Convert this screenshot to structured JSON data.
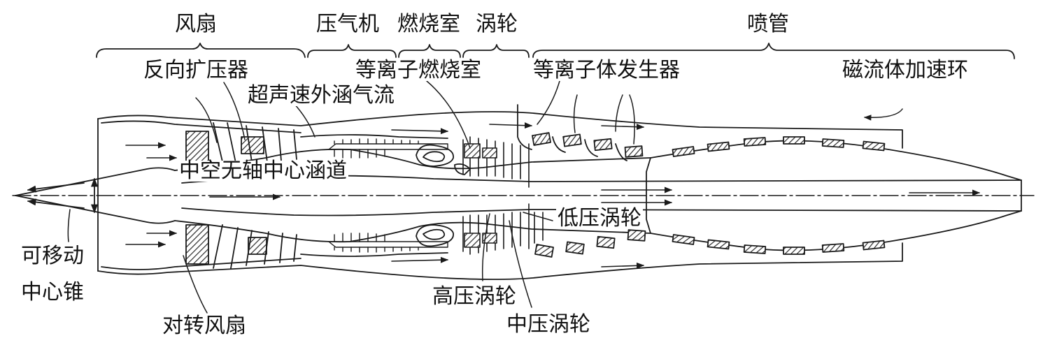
{
  "colors": {
    "ink": "#1a1a1a",
    "hatch": "#2a2a2a",
    "paper": "#ffffff"
  },
  "sections": {
    "fan": "风扇",
    "compressor": "压气机",
    "combustor": "燃烧室",
    "turbine": "涡轮",
    "nozzle": "喷管"
  },
  "labels": {
    "reverse_diffuser": "反向扩压器",
    "plasma_combustor": "等离子燃烧室",
    "plasma_generator": "等离子体发生器",
    "mhd_ring": "磁流体加速环",
    "supersonic_bypass": "超声速外涵气流",
    "hollow_duct": "中空无轴中心涵道",
    "low_pressure_turbine": "低压涡轮",
    "movable_cone_line1": "可移动",
    "movable_cone_line2": "中心锥",
    "high_pressure_turbine": "高压涡轮",
    "counter_rotating_fan": "对转风扇",
    "intermediate_pressure_turbine": "中压涡轮"
  }
}
